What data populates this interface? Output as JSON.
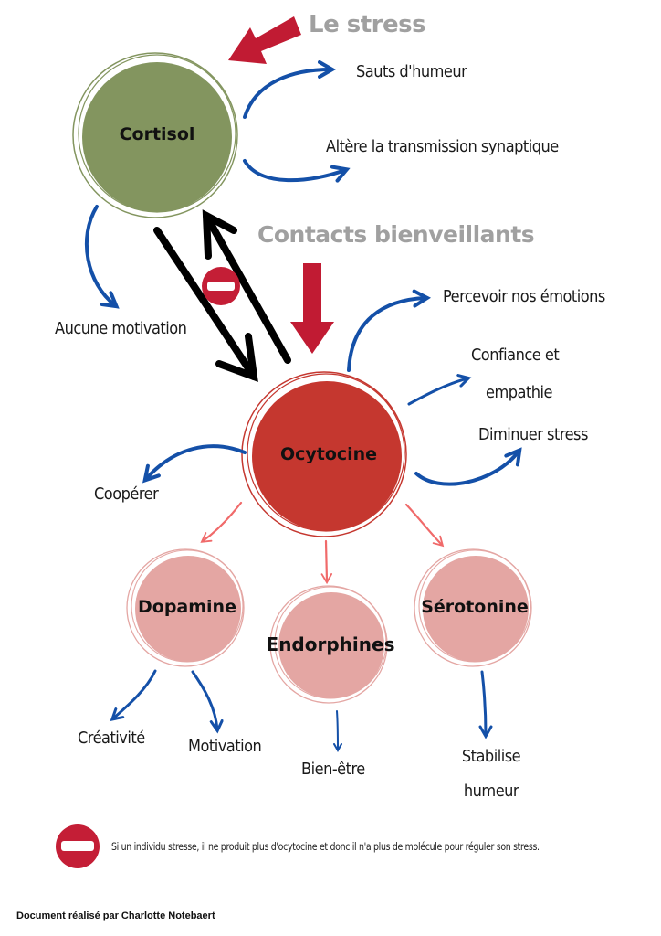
{
  "headings": {
    "stress": "Le stress",
    "contacts": "Contacts bienveillants"
  },
  "nodes": {
    "cortisol": {
      "label": "Cortisol",
      "color": "#83955f"
    },
    "ocytocine": {
      "label": "Ocytocine",
      "color": "#c5372f"
    },
    "dopamine": {
      "label": "Dopamine",
      "color": "#e4a6a3"
    },
    "endorphines": {
      "label": "Endorphines",
      "color": "#e4a6a3"
    },
    "serotonine": {
      "label": "Sérotonine",
      "color": "#e4a6a3"
    }
  },
  "effects": {
    "cortisol": [
      "Sauts d'humeur",
      "Altère la transmission synaptique",
      "Aucune motivation"
    ],
    "ocytocine": [
      "Percevoir nos émotions",
      "Confiance et",
      "empathie",
      "Diminuer stress",
      "Coopérer"
    ],
    "dopamine": [
      "Créativité",
      "Motivation"
    ],
    "endorphines": [
      "Bien-être"
    ],
    "serotonine": [
      "Stabilise",
      "humeur"
    ]
  },
  "note": "Si un individu stresse, il ne produit plus d'ocytocine et donc il n'a plus de molécule pour réguler son stress.",
  "footer": "Document réalisé par Charlotte Notebaert",
  "colors": {
    "arrow_blue": "#1450a8",
    "arrow_red": "#c11b33",
    "arrow_pink": "#f06a6a",
    "heading_gray": "#a0a0a0",
    "stop_red": "#c41e36"
  }
}
